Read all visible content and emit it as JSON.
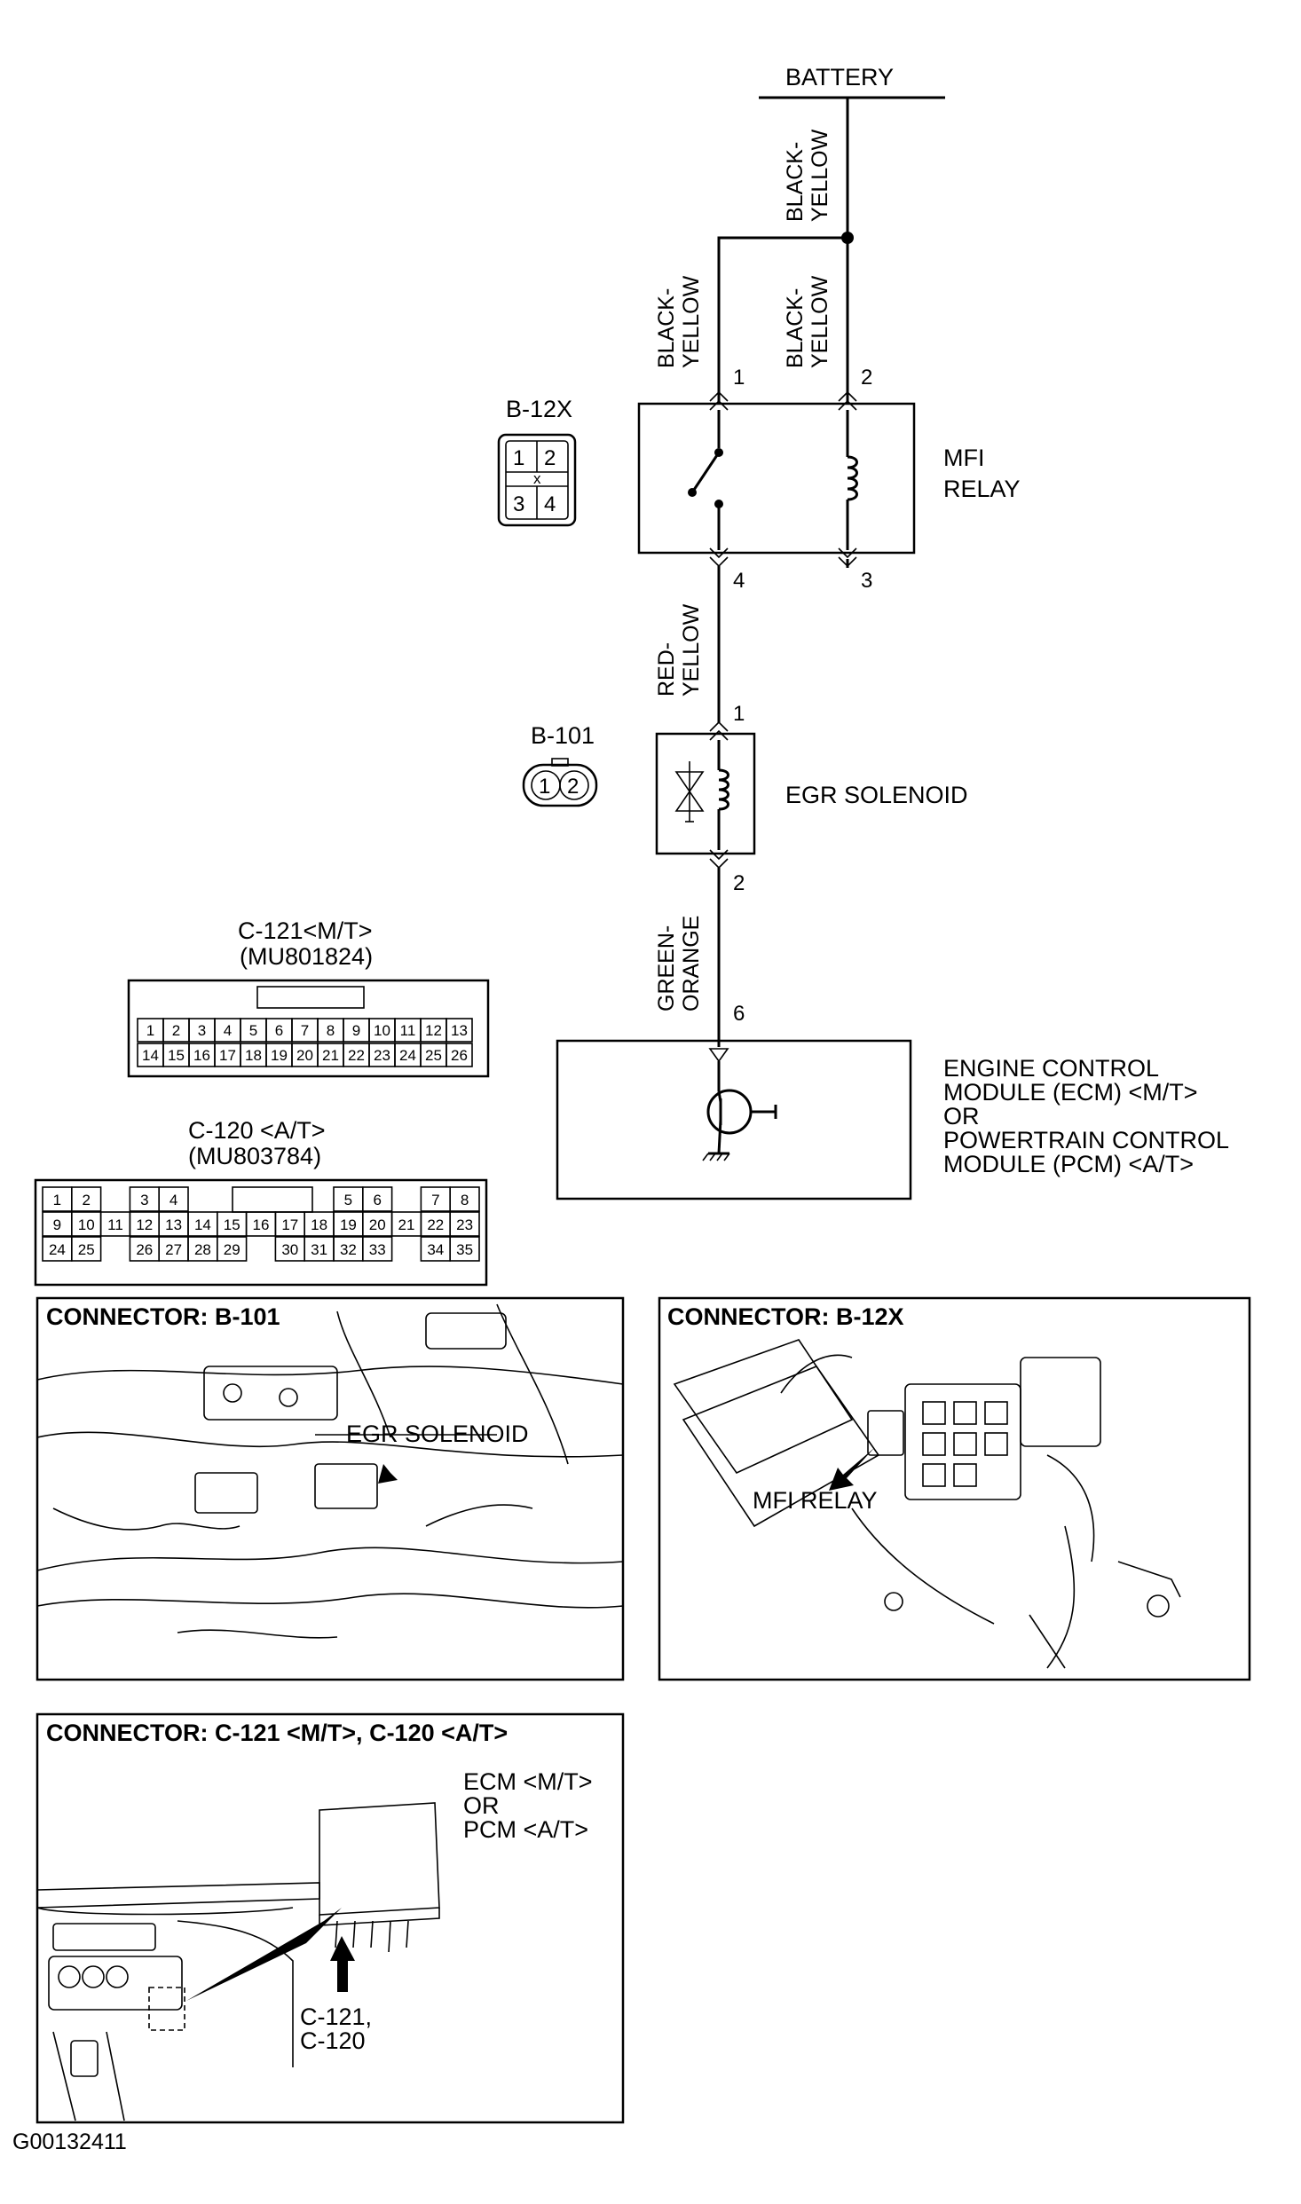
{
  "wires": {
    "battery_label": "BATTERY",
    "battery_to_relay2": [
      "BLACK-",
      "YELLOW"
    ],
    "battery_to_relay2_lower": [
      "BLACK-",
      "YELLOW"
    ],
    "battery_to_relay1": [
      "BLACK-",
      "YELLOW"
    ],
    "relay4_to_egr1": [
      "RED-",
      "YELLOW"
    ],
    "egr2_to_ecm6": [
      "GREEN-",
      "ORANGE"
    ]
  },
  "mfi_relay": {
    "label_line1": "MFI",
    "label_line2": "RELAY",
    "pins": [
      "1",
      "2",
      "4",
      "3"
    ],
    "connector_id": "B-12X",
    "connector_pins": [
      "1",
      "2",
      "3",
      "4"
    ]
  },
  "egr_solenoid": {
    "label": "EGR SOLENOID",
    "pins": [
      "1",
      "2"
    ],
    "connector_id": "B-101",
    "connector_pins": [
      "1",
      "2"
    ]
  },
  "ecm": {
    "pin": "6",
    "label_lines": [
      "ENGINE CONTROL",
      "MODULE (ECM) <M/T>",
      "OR",
      "POWERTRAIN CONTROL",
      "MODULE (PCM) <A/T>"
    ]
  },
  "connector_c121": {
    "title": "C-121<M/T>",
    "part": "(MU801824)",
    "row1": [
      "1",
      "2",
      "3",
      "4",
      "5",
      "6",
      "7",
      "8",
      "9",
      "10",
      "11",
      "12",
      "13"
    ],
    "row2": [
      "14",
      "15",
      "16",
      "17",
      "18",
      "19",
      "20",
      "21",
      "22",
      "23",
      "24",
      "25",
      "26"
    ]
  },
  "connector_c120": {
    "title": "C-120 <A/T>",
    "part": "(MU803784)",
    "row1_left": [
      "1",
      "2"
    ],
    "row1_mid": [
      "3",
      "4"
    ],
    "row1_right1": [
      "5",
      "6"
    ],
    "row1_right2": [
      "7",
      "8"
    ],
    "row2": [
      "9",
      "10",
      "11",
      "12",
      "13",
      "14",
      "15",
      "16",
      "17",
      "18",
      "19",
      "20",
      "21",
      "22",
      "23"
    ],
    "row3_left": [
      "24",
      "25"
    ],
    "row3_mid": [
      "26",
      "27",
      "28",
      "29"
    ],
    "row3_right": [
      "30",
      "31",
      "32",
      "33"
    ],
    "row3_far": [
      "34",
      "35"
    ]
  },
  "photos": {
    "b101_title": "CONNECTOR: B-101",
    "b101_callout": "EGR SOLENOID",
    "b12x_title": "CONNECTOR: B-12X",
    "b12x_callout": "MFI RELAY",
    "c121_title": "CONNECTOR: C-121 <M/T>, C-120 <A/T>",
    "c121_module_lines": [
      "ECM <M/T>",
      "OR",
      "PCM <A/T>"
    ],
    "c121_callout_lines": [
      "C-121,",
      "C-120"
    ]
  },
  "figure_id": "G00132411"
}
